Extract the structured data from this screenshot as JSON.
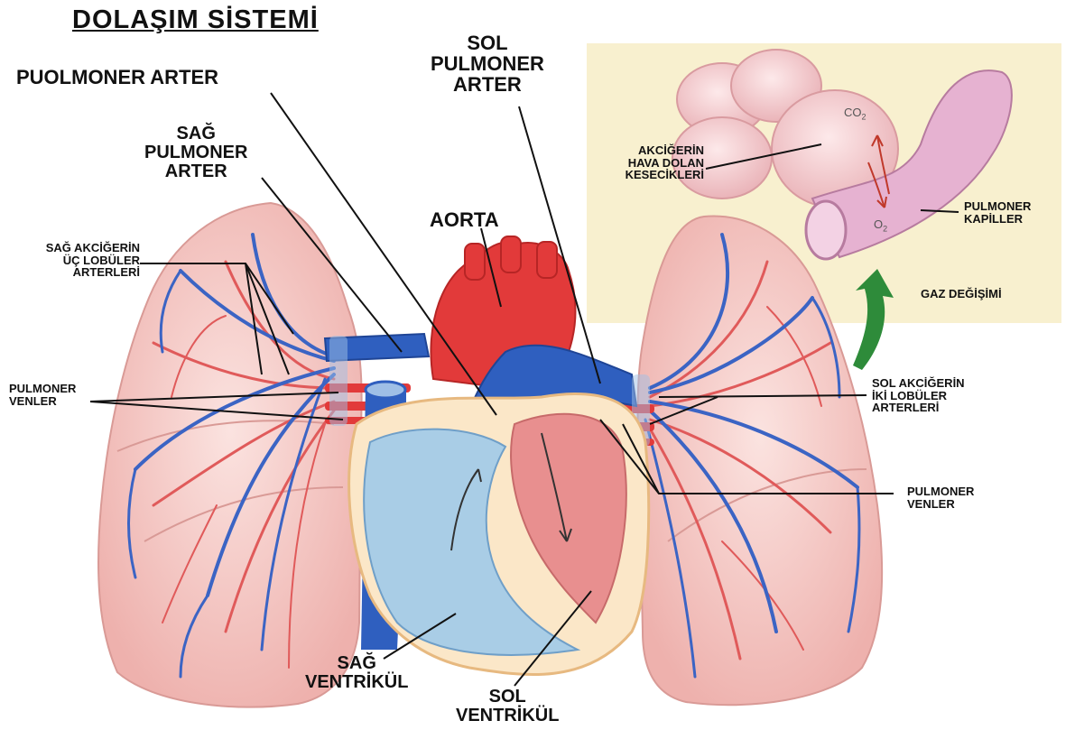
{
  "title": "DOLAŞIM  SİSTEMİ",
  "labels": {
    "puolmoner_arter": "PUOLMONER ARTER",
    "sag_pulmoner_arter": [
      "SAĞ",
      "PULMONER",
      "ARTER"
    ],
    "sol_pulmoner_arter": [
      "SOL",
      "PULMONER",
      "ARTER"
    ],
    "aorta": "AORTA",
    "sag_akciger_uc_lobuler": [
      "SAĞ AKCİĞERİN",
      "ÜÇ LOBÜLER",
      "ARTERLERİ"
    ],
    "pulmoner_venler_left": [
      "PULMONER",
      "VENLER"
    ],
    "pulmoner_venler_right": [
      "PULMONER",
      "VENLER"
    ],
    "sol_akciger_iki_lobuler": [
      "SOL AKCİĞERİN",
      "İKİ LOBÜLER",
      "ARTERLERİ"
    ],
    "sag_ventrikul": [
      "SAĞ",
      "VENTRİKÜL"
    ],
    "sol_ventrikul": [
      "SOL",
      "VENTRİKÜL"
    ]
  },
  "inset": {
    "hava_dolan_kesecikleri": [
      "AKCİĞERİN",
      "HAVA DOLAN",
      "KESECİKLERİ"
    ],
    "pulmoner_kapiller": [
      "PULMONER",
      "KAPİLLER"
    ],
    "gaz_degisimi": "GAZ DEĞİŞİMİ",
    "co2": "CO",
    "co2_sub": "2",
    "o2": "O",
    "o2_sub": "2"
  },
  "colors": {
    "artery_red": "#e23a3a",
    "vein_blue": "#2f5fbf",
    "lung_pink": "#f3c6c3",
    "heart_blue": "#a9cde6",
    "heart_red": "#e88f8f",
    "inset_bg": "#f8f0cf",
    "arrow_green": "#2e8b3a"
  }
}
